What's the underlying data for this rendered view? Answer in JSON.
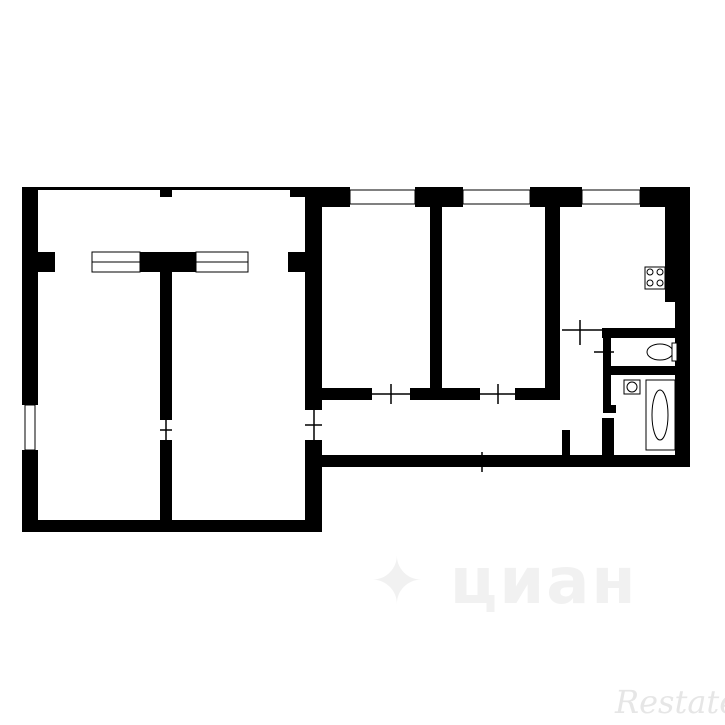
{
  "plan": {
    "wall_color": "#000000",
    "background": "#ffffff",
    "rooms": [
      "room-1",
      "room-2",
      "room-3",
      "room-4",
      "kitchen",
      "toilet",
      "bathroom",
      "corridor"
    ],
    "fixtures": [
      "stove-icon",
      "toilet-icon",
      "sink-icon",
      "bathtub-icon"
    ]
  },
  "watermarks": {
    "cian": "циан",
    "restate": "Restate"
  }
}
